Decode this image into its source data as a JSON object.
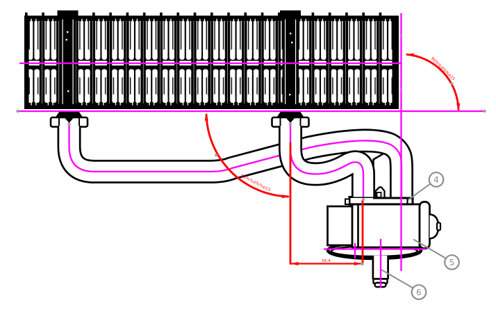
{
  "drawing": {
    "type": "cad-technical-drawing",
    "view": "heater-core-with-hoses-and-pump",
    "background": "#ffffff",
    "colors": {
      "outline": "#000000",
      "centerline": "#ff00ff",
      "dimension": "#ff0000",
      "annotation": "#8d8d8d"
    },
    "dimensions": {
      "angle_top": {
        "text": "90%%d%%p15",
        "color": "#ff0000"
      },
      "angle_left": {
        "text": "90%%d%%p15",
        "color": "#ff0000"
      },
      "linear": {
        "text": "56.4",
        "color": "#ff0000"
      }
    },
    "balloons": [
      {
        "label": "4"
      },
      {
        "label": "5"
      },
      {
        "label": "6"
      }
    ]
  }
}
